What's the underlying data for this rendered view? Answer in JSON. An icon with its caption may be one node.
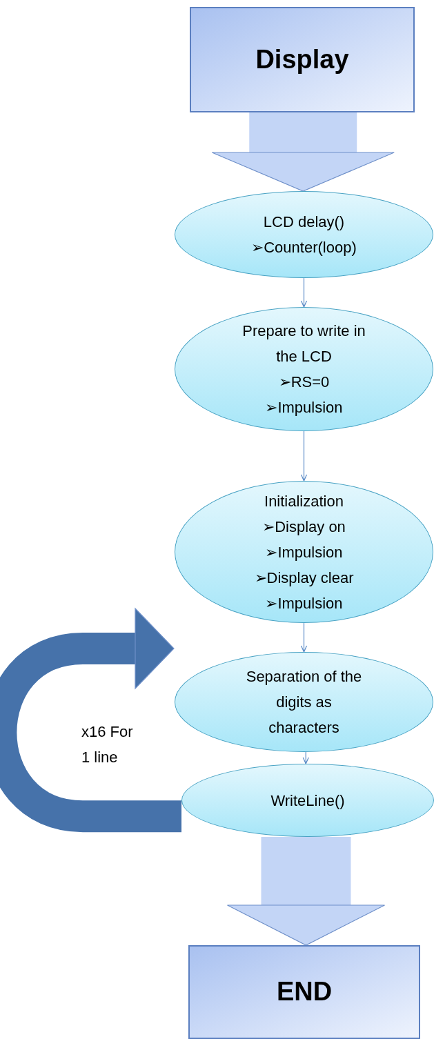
{
  "diagram": {
    "nodes": [
      {
        "text": [
          "Display"
        ]
      },
      {
        "text": [
          "LCD delay()",
          "➢Counter(loop)"
        ]
      },
      {
        "text": [
          "Prepare to write in the LCD",
          "➢RS=0",
          "➢Impulsion"
        ]
      },
      {
        "text": [
          "Initialization",
          "➢Display on",
          "➢Impulsion",
          "➢Display clear",
          "➢Impulsion"
        ]
      },
      {
        "text": [
          "Separation of the digits as characters"
        ]
      },
      {
        "text": [
          "WriteLine()"
        ]
      },
      {
        "text": [
          "END"
        ]
      }
    ],
    "edges": [
      {
        "from": 0,
        "to": 1,
        "arrow": "to",
        "style": "thick",
        "color": "#c3d5f6"
      },
      {
        "from": 1,
        "to": 2,
        "arrow": "to"
      },
      {
        "from": 2,
        "to": 3,
        "arrow": "to"
      },
      {
        "from": 3,
        "to": 4,
        "arrow": "to"
      },
      {
        "from": 4,
        "to": 5,
        "arrow": "to"
      },
      {
        "from": 5,
        "to": 6,
        "arrow": "to",
        "style": "thick",
        "color": "#c3d5f6"
      },
      {
        "from": 5,
        "to": 4,
        "arrow": "to",
        "label": "x16 For 1 line",
        "style": "thick",
        "color": "#4672aa"
      }
    ]
  }
}
